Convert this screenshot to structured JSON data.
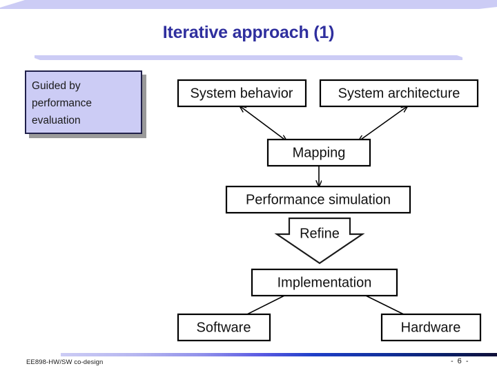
{
  "slide": {
    "title": "Iterative approach (1)",
    "title_color": "#2f2f9e",
    "banner_color": "#ccccf5",
    "rule_color": "#ccccf5"
  },
  "callout": {
    "lines": [
      "Guided by",
      "performance",
      "evaluation"
    ],
    "fill_color": "#ccccf5",
    "border_color": "#20204a",
    "shadow_color": "#9a9a9a"
  },
  "diagram": {
    "nodes": [
      {
        "id": "system-behavior",
        "label": "System behavior"
      },
      {
        "id": "system-architecture",
        "label": "System architecture"
      },
      {
        "id": "mapping",
        "label": "Mapping"
      },
      {
        "id": "performance-simulation",
        "label": "Performance simulation"
      },
      {
        "id": "refine",
        "label": "Refine"
      },
      {
        "id": "implementation",
        "label": "Implementation"
      },
      {
        "id": "software",
        "label": "Software"
      },
      {
        "id": "hardware",
        "label": "Hardware"
      }
    ],
    "edges": [
      {
        "from": "system-behavior",
        "to": "mapping",
        "style": "double-arrow"
      },
      {
        "from": "system-architecture",
        "to": "mapping",
        "style": "double-arrow"
      },
      {
        "from": "mapping",
        "to": "performance-simulation",
        "style": "arrow"
      },
      {
        "from": "performance-simulation",
        "to": "implementation",
        "style": "block-arrow-refine"
      },
      {
        "from": "implementation",
        "to": "software",
        "style": "arrow"
      },
      {
        "from": "implementation",
        "to": "hardware",
        "style": "arrow"
      }
    ]
  },
  "footer": {
    "course": "EE898-HW/SW co-design",
    "page": "-  6 -",
    "gradient_stops": [
      "#ccccf5",
      "#b0b0ee",
      "#8a8ae8",
      "#5a5ae0",
      "#2222c0",
      "#1133a0",
      "#0a2070",
      "#101040"
    ]
  }
}
